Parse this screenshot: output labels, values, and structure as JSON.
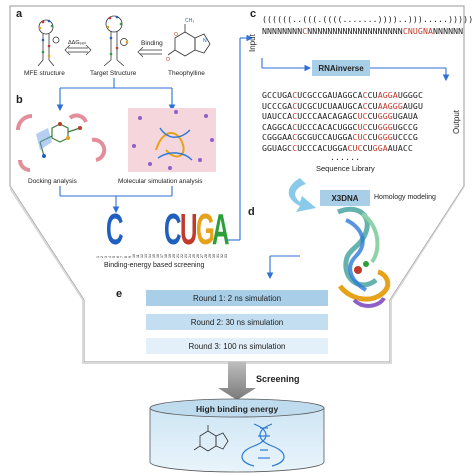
{
  "panels": {
    "a": "a",
    "b": "b",
    "c": "c",
    "d": "d",
    "e": "e"
  },
  "panel_a": {
    "mfe_label": "MFE structure",
    "target_label": "Target Structure",
    "ligand_label": "Theophylline",
    "binding_label": "Binding",
    "delta_g_label": "ΔΔGₚₑₙ"
  },
  "panel_b": {
    "docking_label": "Docking analysis",
    "md_label": "Molecular simulation analysis"
  },
  "logo": {
    "caption": "Binding-energy based screening",
    "letters": [
      "C",
      "C",
      "U",
      "G",
      "A"
    ],
    "letter_colors": [
      "#1f5fbf",
      "#1f5fbf",
      "#c0392b",
      "#e6a21a",
      "#2e9e3a"
    ],
    "positions": [
      "1",
      "2",
      "3",
      "4",
      "5",
      "6",
      "7",
      "8",
      "9",
      "10",
      "11",
      "12",
      "13",
      "14",
      "15",
      "16",
      "17",
      "18",
      "19",
      "20",
      "21",
      "22",
      "23",
      "24",
      "25",
      "26",
      "27",
      "28",
      "29",
      "30",
      "31",
      "32",
      "33"
    ]
  },
  "panel_c": {
    "input_label": "Input",
    "output_label": "Output",
    "dots_line": "((((((..(((.((((.......))))..))).....)))))))",
    "n_line_segments": [
      {
        "t": "NNNNNNNN",
        "c": "#222"
      },
      {
        "t": "C",
        "c": "#c0392b"
      },
      {
        "t": "NNNNNNNNNNNNNNNNNNN",
        "c": "#222"
      },
      {
        "t": "CNUGNA",
        "c": "#c0392b"
      },
      {
        "t": "NNNNNN",
        "c": "#222"
      }
    ],
    "rnainverse_label": "RNAinverse",
    "sequences": [
      [
        {
          "t": "GCCUGA",
          "c": "#222"
        },
        {
          "t": "C",
          "c": "#c0392b"
        },
        {
          "t": "UCGCCGAUAGGCA",
          "c": "#222"
        },
        {
          "t": "C",
          "c": "#c0392b"
        },
        {
          "t": "CU",
          "c": "#222"
        },
        {
          "t": "AGGA",
          "c": "#c0392b"
        },
        {
          "t": "UGGGC",
          "c": "#222"
        }
      ],
      [
        {
          "t": "UCCCGA",
          "c": "#222"
        },
        {
          "t": "C",
          "c": "#c0392b"
        },
        {
          "t": "UCGCUCUAAUGCA",
          "c": "#222"
        },
        {
          "t": "C",
          "c": "#c0392b"
        },
        {
          "t": "CU",
          "c": "#222"
        },
        {
          "t": "AAGGG",
          "c": "#c0392b"
        },
        {
          "t": "AUGU",
          "c": "#222"
        }
      ],
      [
        {
          "t": "UAUCCA",
          "c": "#222"
        },
        {
          "t": "C",
          "c": "#c0392b"
        },
        {
          "t": "UCCCAACAGAGC",
          "c": "#222"
        },
        {
          "t": "UC",
          "c": "#c0392b"
        },
        {
          "t": "CU",
          "c": "#222"
        },
        {
          "t": "GGG",
          "c": "#c0392b"
        },
        {
          "t": "UGAUA",
          "c": "#222"
        }
      ],
      [
        {
          "t": "CAGGCA",
          "c": "#222"
        },
        {
          "t": "C",
          "c": "#c0392b"
        },
        {
          "t": "UCCCACACUGGC",
          "c": "#222"
        },
        {
          "t": "UC",
          "c": "#c0392b"
        },
        {
          "t": "CU",
          "c": "#222"
        },
        {
          "t": "GGG",
          "c": "#c0392b"
        },
        {
          "t": "UGCCG",
          "c": "#222"
        }
      ],
      [
        {
          "t": "CGGGAA",
          "c": "#222"
        },
        {
          "t": "C",
          "c": "#c0392b"
        },
        {
          "t": "GCGUCCAUGGA",
          "c": "#222"
        },
        {
          "t": "CUC",
          "c": "#c0392b"
        },
        {
          "t": "CU",
          "c": "#222"
        },
        {
          "t": "GGG",
          "c": "#c0392b"
        },
        {
          "t": "UCCCG",
          "c": "#222"
        }
      ],
      [
        {
          "t": "GGUAGC",
          "c": "#222"
        },
        {
          "t": "C",
          "c": "#c0392b"
        },
        {
          "t": "UCCCACUGGA",
          "c": "#222"
        },
        {
          "t": "CUC",
          "c": "#c0392b"
        },
        {
          "t": "CU",
          "c": "#222"
        },
        {
          "t": "GGA",
          "c": "#c0392b"
        },
        {
          "t": "AUACC",
          "c": "#222"
        }
      ]
    ],
    "ellipsis": "......",
    "library_label": "Sequence Library"
  },
  "panel_d": {
    "x3dna_label": "X3DNA",
    "homology_label": "Homology modeling"
  },
  "panel_e": {
    "rounds": [
      "Round 1: 2 ns simulation",
      "Round 2: 30 ns simulation",
      "Round 3: 100 ns simulation"
    ],
    "screening_label": "Screening",
    "result_label": "High binding energy"
  },
  "colors": {
    "accent_blue": "#2f6fd6",
    "round1": "#a9cfe8",
    "round2": "#c3def0",
    "round3": "#e3f0f9",
    "box_blue": "#a9cfe8",
    "funnel_fill": "#ececec"
  }
}
